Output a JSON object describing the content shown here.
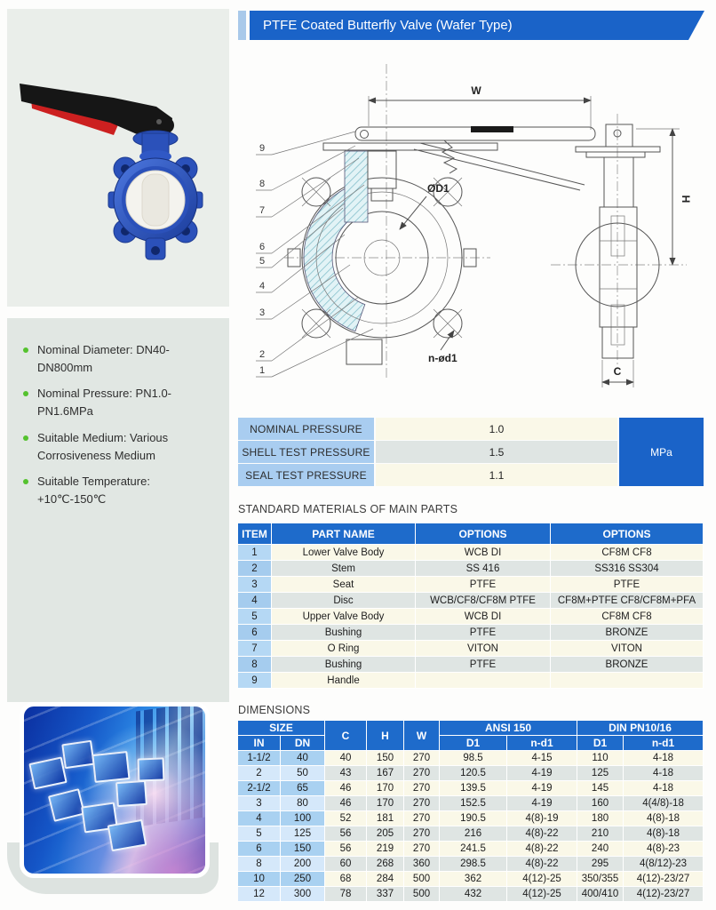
{
  "banner": {
    "title": "PTFE Coated Butterfly Valve (Wafer Type)"
  },
  "colors": {
    "banner_blue": "#1a63c8",
    "table_header_blue": "#1e6bcb",
    "label_light_blue": "#a9cdf0",
    "row_cream": "#faf8e8",
    "row_gray": "#dfe5e3",
    "bullet_green": "#54c22e"
  },
  "specs": {
    "bullets": [
      "Nominal Diameter: DN40-DN800mm",
      "Nominal Pressure: PN1.0-PN1.6MPa",
      "Suitable Medium: Various Corrosiveness Medium",
      "Suitable Temperature: +10℃-150℃"
    ]
  },
  "drawing": {
    "dim_w": "W",
    "dim_h": "H",
    "dim_c": "C",
    "label_d1": "ØD1",
    "label_nd1": "n-ød1",
    "part_numbers": [
      "9",
      "8",
      "7",
      "6",
      "5",
      "4",
      "3",
      "2",
      "1"
    ]
  },
  "pressure": {
    "rows": [
      {
        "label": "NOMINAL PRESSURE",
        "value": "1.0"
      },
      {
        "label": "SHELL TEST PRESSURE",
        "value": "1.5"
      },
      {
        "label": "SEAL TEST PRESSURE",
        "value": "1.1"
      }
    ],
    "unit": "MPa"
  },
  "materials": {
    "heading": "STANDARD MATERIALS OF MAIN PARTS",
    "headers": [
      "ITEM",
      "PART NAME",
      "OPTIONS",
      "OPTIONS"
    ],
    "rows": [
      [
        "1",
        "Lower Valve Body",
        "WCB DI",
        "CF8M CF8"
      ],
      [
        "2",
        "Stem",
        "SS 416",
        "SS316 SS304"
      ],
      [
        "3",
        "Seat",
        "PTFE",
        "PTFE"
      ],
      [
        "4",
        "Disc",
        "WCB/CF8/CF8M PTFE",
        "CF8M+PTFE CF8/CF8M+PFA"
      ],
      [
        "5",
        "Upper Valve Body",
        "WCB DI",
        "CF8M CF8"
      ],
      [
        "6",
        "Bushing",
        "PTFE",
        "BRONZE"
      ],
      [
        "7",
        "O Ring",
        "VITON",
        "VITON"
      ],
      [
        "8",
        "Bushing",
        "PTFE",
        "BRONZE"
      ],
      [
        "9",
        "Handle",
        "",
        ""
      ]
    ]
  },
  "dimensions": {
    "heading": "DIMENSIONS",
    "headers": {
      "size": "SIZE",
      "in": "IN",
      "dn": "DN",
      "c": "C",
      "h": "H",
      "w": "W",
      "ansi": "ANSI 150",
      "ansi_d1": "D1",
      "ansi_nd1": "n-d1",
      "din": "DIN PN10/16",
      "din_d1": "D1",
      "din_nd1": "n-d1"
    },
    "rows": [
      [
        "1-1/2",
        "40",
        "40",
        "150",
        "270",
        "98.5",
        "4-15",
        "110",
        "4-18"
      ],
      [
        "2",
        "50",
        "43",
        "167",
        "270",
        "120.5",
        "4-19",
        "125",
        "4-18"
      ],
      [
        "2-1/2",
        "65",
        "46",
        "170",
        "270",
        "139.5",
        "4-19",
        "145",
        "4-18"
      ],
      [
        "3",
        "80",
        "46",
        "170",
        "270",
        "152.5",
        "4-19",
        "160",
        "4(4/8)-18"
      ],
      [
        "4",
        "100",
        "52",
        "181",
        "270",
        "190.5",
        "4(8)-19",
        "180",
        "4(8)-18"
      ],
      [
        "5",
        "125",
        "56",
        "205",
        "270",
        "216",
        "4(8)-22",
        "210",
        "4(8)-18"
      ],
      [
        "6",
        "150",
        "56",
        "219",
        "270",
        "241.5",
        "4(8)-22",
        "240",
        "4(8)-23"
      ],
      [
        "8",
        "200",
        "60",
        "268",
        "360",
        "298.5",
        "4(8)-22",
        "295",
        "4(8/12)-23"
      ],
      [
        "10",
        "250",
        "68",
        "284",
        "500",
        "362",
        "4(12)-25",
        "350/355",
        "4(12)-23/27"
      ],
      [
        "12",
        "300",
        "78",
        "337",
        "500",
        "432",
        "4(12)-25",
        "400/410",
        "4(12)-23/27"
      ]
    ]
  }
}
